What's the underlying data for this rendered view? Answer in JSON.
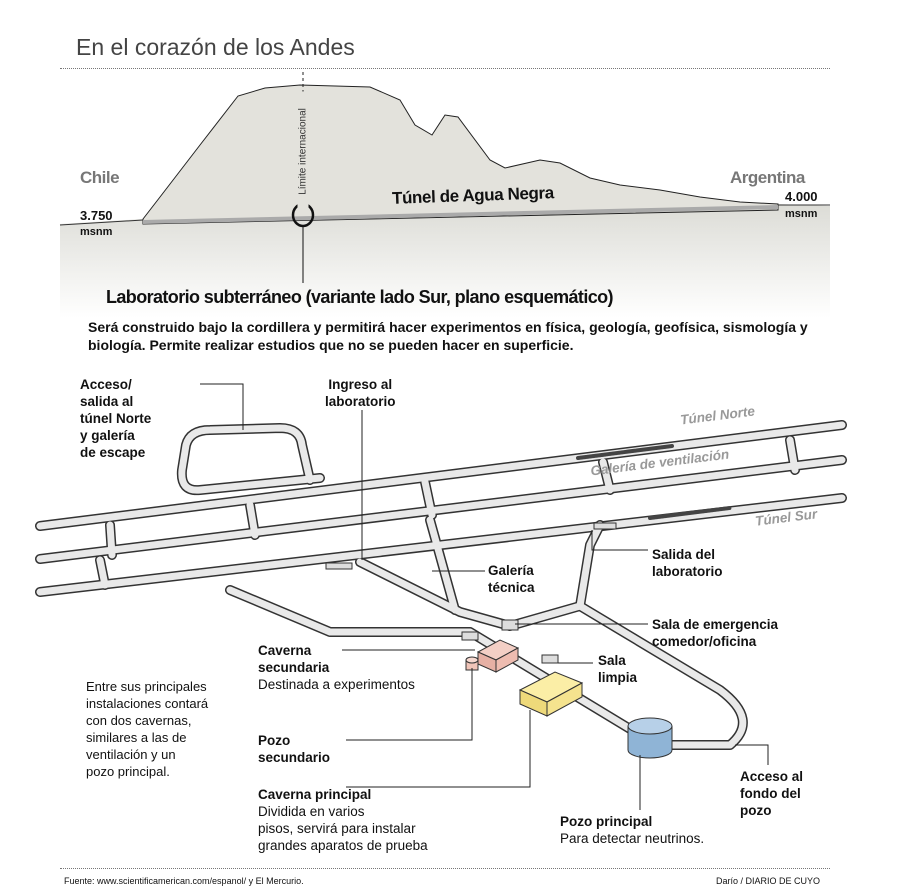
{
  "title": "En el corazón de los Andes",
  "profile": {
    "chile": "Chile",
    "argentina": "Argentina",
    "alt_chile": "3.750",
    "alt_argentina": "4.000",
    "unit": "msnm",
    "limit_label": "Límite internacional",
    "tunnel_label": "Túnel de Agua Negra"
  },
  "section_title": "Laboratorio subterráneo (variante lado Sur, plano esquemático)",
  "lead": "Será construido bajo la cordillera y  permitirá hacer experimentos en física,  geología, geofísica, sismología y biología. Permite realizar estudios que no se pueden hacer en superficie.",
  "tunnels": {
    "norte": "Túnel Norte",
    "ventilacion": "Galería de ventilación",
    "sur": "Túnel Sur"
  },
  "labels": {
    "acceso_norte": [
      "Acceso/",
      "salida al",
      "túnel Norte",
      "y galería",
      "de escape"
    ],
    "ingreso": [
      "Ingreso al",
      "laboratorio"
    ],
    "galeria_tecnica": [
      "Galería",
      "técnica"
    ],
    "salida": [
      "Salida del",
      "laboratorio"
    ],
    "emergencia": [
      "Sala de emergencia",
      "comedor/oficina"
    ],
    "sala_limpia": [
      "Sala",
      "limpia"
    ],
    "caverna_sec": [
      "Caverna",
      "secundaria"
    ],
    "caverna_sec_desc": "Destinada a experimentos",
    "pozo_sec": [
      "Pozo",
      "secundario"
    ],
    "caverna_pri": "Caverna principal",
    "caverna_pri_desc": [
      "Dividida en varios",
      "pisos, servirá para instalar",
      "grandes aparatos de prueba"
    ],
    "pozo_pri": "Pozo principal",
    "pozo_pri_desc": "Para detectar neutrinos.",
    "acceso_fondo": [
      "Acceso al",
      "fondo del",
      "pozo"
    ]
  },
  "note": [
    "Entre sus principales",
    "instalaciones contará",
    "con dos cavernas,",
    "similares a las de",
    "ventilación y un",
    "pozo principal."
  ],
  "footer": {
    "source": "Fuente: www.scientificamerican.com/espanol/ y El Mercurio.",
    "credit": "Darío / DIARIO DE CUYO"
  }
}
